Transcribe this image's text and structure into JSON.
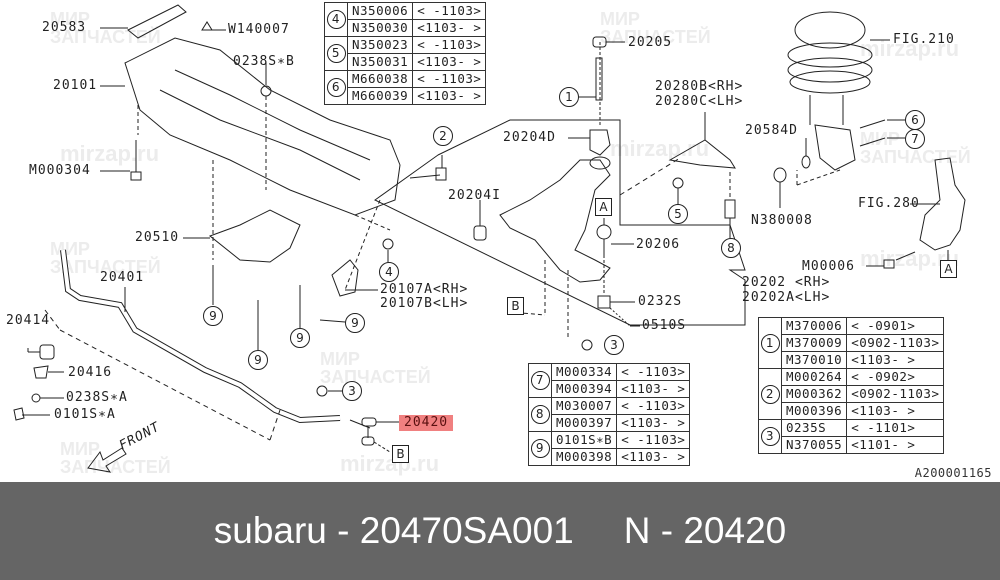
{
  "diagram": {
    "doc_id": "A200001165",
    "highlight_color": "#f08080",
    "labels": {
      "l20583": "20583",
      "lW140007": "W140007",
      "l0238SB": "0238S∗B",
      "l20101": "20101",
      "lM000304": "M000304",
      "l20510": "20510",
      "l20401": "20401",
      "l20414": "20414",
      "l20416": "20416",
      "l0238SA": "0238S∗A",
      "l0101SA": "0101S∗A",
      "lFront": "FRONT",
      "l20107A": "20107A<RH>",
      "l20107B": "20107B<LH>",
      "l20420": "20420",
      "l20205": "20205",
      "l20204D": "20204D",
      "l20204I": "20204I",
      "l20206": "20206",
      "l0232S": "0232S",
      "l0510S": "0510S",
      "l20280B": "20280B<RH>",
      "l20280C": "20280C<LH>",
      "l20202": "20202 <RH>",
      "l20202A": "20202A<LH>",
      "lFIG210": "FIG.210",
      "l20584D": "20584D",
      "lN380008": "N380008",
      "lFIG280": "FIG.280",
      "lM00006": "M00006"
    },
    "callouts": {
      "c1": "1",
      "c2": "2",
      "c3a": "3",
      "c3b": "3",
      "c4": "4",
      "c5": "5",
      "c6": "6",
      "c7": "7",
      "c8": "8",
      "c9a": "9",
      "c9b": "9",
      "c9c": "9",
      "c9d": "9"
    },
    "refs": {
      "A1": "A",
      "A2": "A",
      "B1": "B",
      "B2": "B"
    }
  },
  "tables": {
    "top": [
      {
        "ref": "4",
        "rows": [
          {
            "part": "N350006",
            "range": "<  -1103>"
          },
          {
            "part": "N350030",
            "range": "<1103-   >"
          }
        ]
      },
      {
        "ref": "5",
        "rows": [
          {
            "part": "N350023",
            "range": "<  -1103>"
          },
          {
            "part": "N350031",
            "range": "<1103-   >"
          }
        ]
      },
      {
        "ref": "6",
        "rows": [
          {
            "part": "M660038",
            "range": "<  -1103>"
          },
          {
            "part": "M660039",
            "range": "<1103-   >"
          }
        ]
      }
    ],
    "middle": [
      {
        "ref": "7",
        "rows": [
          {
            "part": "M000334",
            "range": "<  -1103>"
          },
          {
            "part": "M000394",
            "range": "<1103-   >"
          }
        ]
      },
      {
        "ref": "8",
        "rows": [
          {
            "part": "M030007",
            "range": "<  -1103>"
          },
          {
            "part": "M000397",
            "range": "<1103-   >"
          }
        ]
      },
      {
        "ref": "9",
        "rows": [
          {
            "part": "0101S∗B",
            "range": "<  -1103>"
          },
          {
            "part": "M000398",
            "range": "<1103-   >"
          }
        ]
      }
    ],
    "right": [
      {
        "ref": "1",
        "rows": [
          {
            "part": "M370006",
            "range": "<  -0901>"
          },
          {
            "part": "M370009",
            "range": "<0902-1103>"
          },
          {
            "part": "M370010",
            "range": "<1103-   >"
          }
        ]
      },
      {
        "ref": "2",
        "rows": [
          {
            "part": "M000264",
            "range": "<  -0902>"
          },
          {
            "part": "M000362",
            "range": "<0902-1103>"
          },
          {
            "part": "M000396",
            "range": "<1103-   >"
          }
        ]
      },
      {
        "ref": "3",
        "rows": [
          {
            "part": "0235S",
            "range": "<  -1101>"
          },
          {
            "part": "N370055",
            "range": "<1101-   >"
          }
        ]
      }
    ]
  },
  "watermark": {
    "line1": "МИР",
    "line2": "ЗАПЧАСТЕЙ",
    "site": "mirzap.ru"
  },
  "footer": {
    "brand_part": "subaru - 20470SA001",
    "number": "N - 20420",
    "background": "#656565"
  }
}
